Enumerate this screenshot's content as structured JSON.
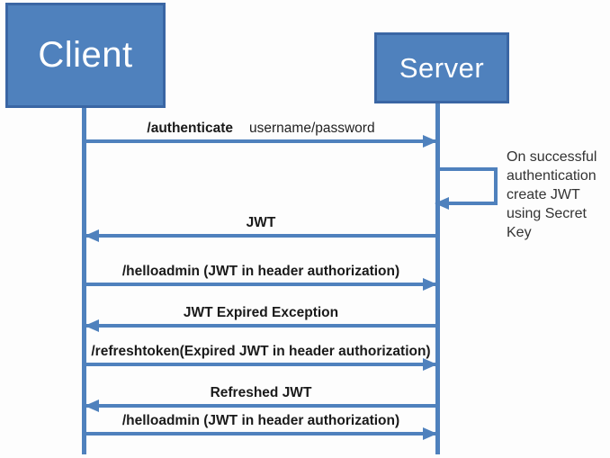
{
  "diagram": {
    "type": "sequence-diagram",
    "subject": "JWT authentication flow",
    "actors": [
      {
        "id": "client",
        "name": "Client"
      },
      {
        "id": "server",
        "name": "Server"
      }
    ],
    "messages": [
      {
        "id": "authenticate",
        "from": "Client",
        "to": "Server",
        "direction": "right",
        "label_bold": "/authenticate",
        "label_detail": "username/password"
      },
      {
        "id": "create-jwt-self",
        "from": "Server",
        "to": "Server",
        "direction": "self",
        "note_lines": [
          "On successful",
          "authentication",
          "create JWT",
          "using Secret",
          "Key"
        ]
      },
      {
        "id": "jwt",
        "from": "Server",
        "to": "Client",
        "direction": "left",
        "label": "JWT"
      },
      {
        "id": "helloadmin-1",
        "from": "Client",
        "to": "Server",
        "direction": "right",
        "label": "/helloadmin (JWT in header authorization)"
      },
      {
        "id": "jwt-expired",
        "from": "Server",
        "to": "Client",
        "direction": "left",
        "label": "JWT Expired Exception"
      },
      {
        "id": "refreshtoken",
        "from": "Client",
        "to": "Server",
        "direction": "right",
        "label": "/refreshtoken(Expired JWT in header authorization)"
      },
      {
        "id": "refreshed-jwt",
        "from": "Server",
        "to": "Client",
        "direction": "left",
        "label": "Refreshed JWT"
      },
      {
        "id": "helloadmin-2",
        "from": "Client",
        "to": "Server",
        "direction": "right",
        "label": "/helloadmin (JWT in header authorization)"
      }
    ],
    "colors": {
      "actor_fill": "#4f81bd",
      "actor_border": "#3a66a4",
      "arrow": "#4f81bd",
      "actor_text": "#ffffff",
      "message_text": "#1a1a1a",
      "note_text": "#333333",
      "background": "#fdfdfd"
    }
  }
}
